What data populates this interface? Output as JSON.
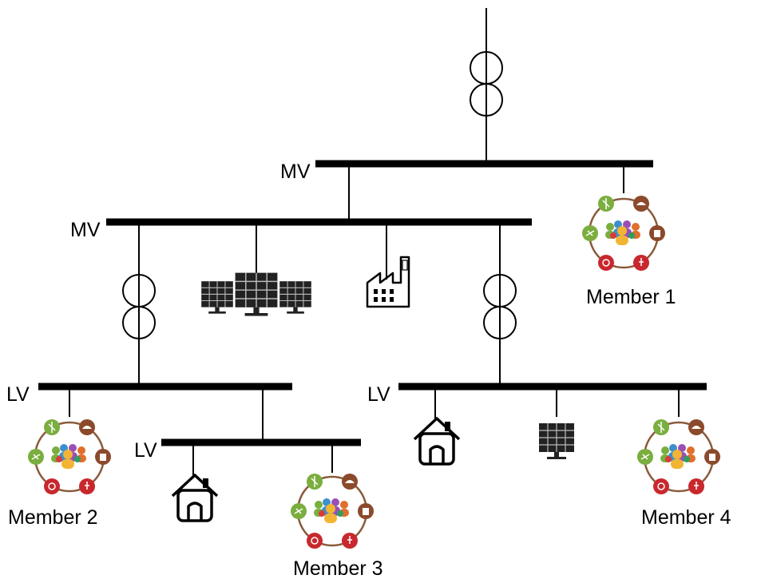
{
  "bus_labels": {
    "mv_upper": "MV",
    "mv_lower": "MV",
    "lv_left": "LV",
    "lv_left_sub": "LV",
    "lv_right": "LV"
  },
  "members": {
    "m1": "Member 1",
    "m2": "Member 2",
    "m3": "Member 3",
    "m4": "Member 4"
  },
  "colors": {
    "line": "#000000",
    "ring": "#8a5a3a",
    "green": "#7aae3f",
    "brown": "#8b4a2b",
    "red": "#c8282d"
  }
}
